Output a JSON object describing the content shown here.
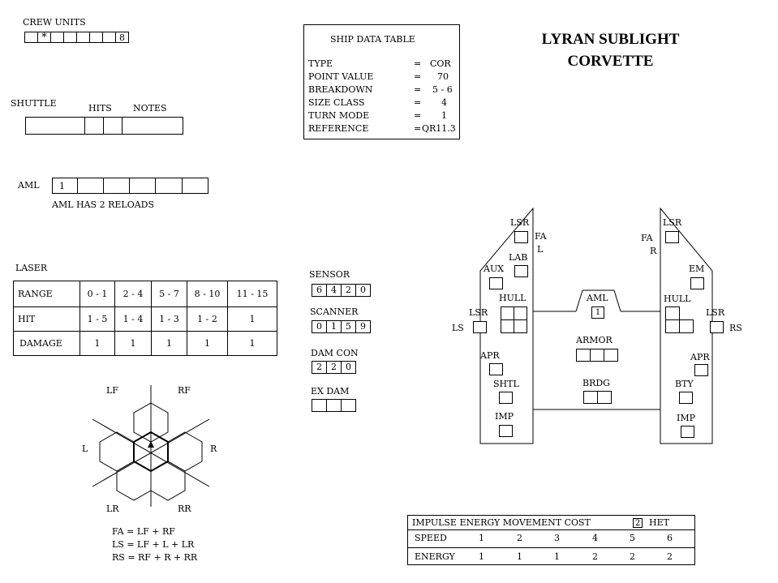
{
  "title_line1": "LYRAN SUBLIGHT",
  "title_line2": "CORVETTE",
  "crew": {
    "label": "CREW UNITS",
    "boxes": [
      "",
      "*",
      "",
      "",
      "",
      "",
      "",
      "8"
    ]
  },
  "shuttle": {
    "label": "SHUTTLE",
    "hits_label": "HITS",
    "notes_label": "NOTES"
  },
  "aml": {
    "label": "AML",
    "boxes": [
      "1",
      "",
      "",
      "",
      "",
      ""
    ],
    "note": "AML HAS 2 RELOADS"
  },
  "ship_data": {
    "heading": "SHIP DATA  TABLE",
    "rows": [
      {
        "key": "TYPE",
        "eq": "=",
        "val": "COR"
      },
      {
        "key": "POINT VALUE",
        "eq": "=",
        "val": "70"
      },
      {
        "key": "BREAKDOWN",
        "eq": "=",
        "val": "5 - 6"
      },
      {
        "key": "SIZE CLASS",
        "eq": "=",
        "val": "4"
      },
      {
        "key": "TURN MODE",
        "eq": "=",
        "val": "1"
      },
      {
        "key": "REFERENCE",
        "eq": "=",
        "val": "QR11.3"
      }
    ]
  },
  "laser": {
    "label": "LASER",
    "rows": [
      {
        "name": "RANGE",
        "cells": [
          "0 - 1",
          "2 - 4",
          "5 - 7",
          "8 - 10",
          "11 - 15"
        ]
      },
      {
        "name": "HIT",
        "cells": [
          "1 - 5",
          "1 - 4",
          "1 - 3",
          "1 - 2",
          "1"
        ]
      },
      {
        "name": "DAMAGE",
        "cells": [
          "1",
          "1",
          "1",
          "1",
          "1"
        ]
      }
    ]
  },
  "tracks": {
    "sensor": {
      "label": "SENSOR",
      "values": [
        "6",
        "4",
        "2",
        "0"
      ]
    },
    "scanner": {
      "label": "SCANNER",
      "values": [
        "0",
        "1",
        "5",
        "9"
      ]
    },
    "damcon": {
      "label": "DAM CON",
      "values": [
        "2",
        "2",
        "0"
      ]
    },
    "exdam": {
      "label": "EX DAM",
      "values": [
        "",
        "",
        ""
      ]
    }
  },
  "arcs": {
    "lf": "LF",
    "rf": "RF",
    "l": "L",
    "r": "R",
    "lr": "LR",
    "rr": "RR",
    "fa_def": "FA = LF + RF",
    "ls_def": "LS = LF + L + LR",
    "rs_def": "RS = RF + R + RR"
  },
  "ssd": {
    "left": {
      "lsr_top": "LSR",
      "fa": "FA",
      "fa_sub": "L",
      "lab": "LAB",
      "aux": "AUX",
      "hull": "HULL",
      "lsr_mid": "LSR",
      "ls": "LS",
      "apr": "APR",
      "shtl": "SHTL",
      "imp": "IMP"
    },
    "center": {
      "aml": "AML",
      "aml_box": "1",
      "armor": "ARMOR",
      "brdg": "BRDG"
    },
    "right": {
      "lsr_top": "LSR",
      "fa": "FA",
      "fa_sub": "R",
      "em": "EM",
      "hull": "HULL",
      "lsr_mid": "LSR",
      "rs": "RS",
      "apr": "APR",
      "bty": "BTY",
      "imp": "IMP"
    }
  },
  "impulse": {
    "header": "IMPULSE ENERGY MOVEMENT COST",
    "het_box": "2",
    "het": "HET",
    "speed_label": "SPEED",
    "speeds": [
      "1",
      "2",
      "3",
      "4",
      "5",
      "6"
    ],
    "energy_label": "ENERGY",
    "energies": [
      "1",
      "1",
      "1",
      "2",
      "2",
      "2"
    ]
  }
}
